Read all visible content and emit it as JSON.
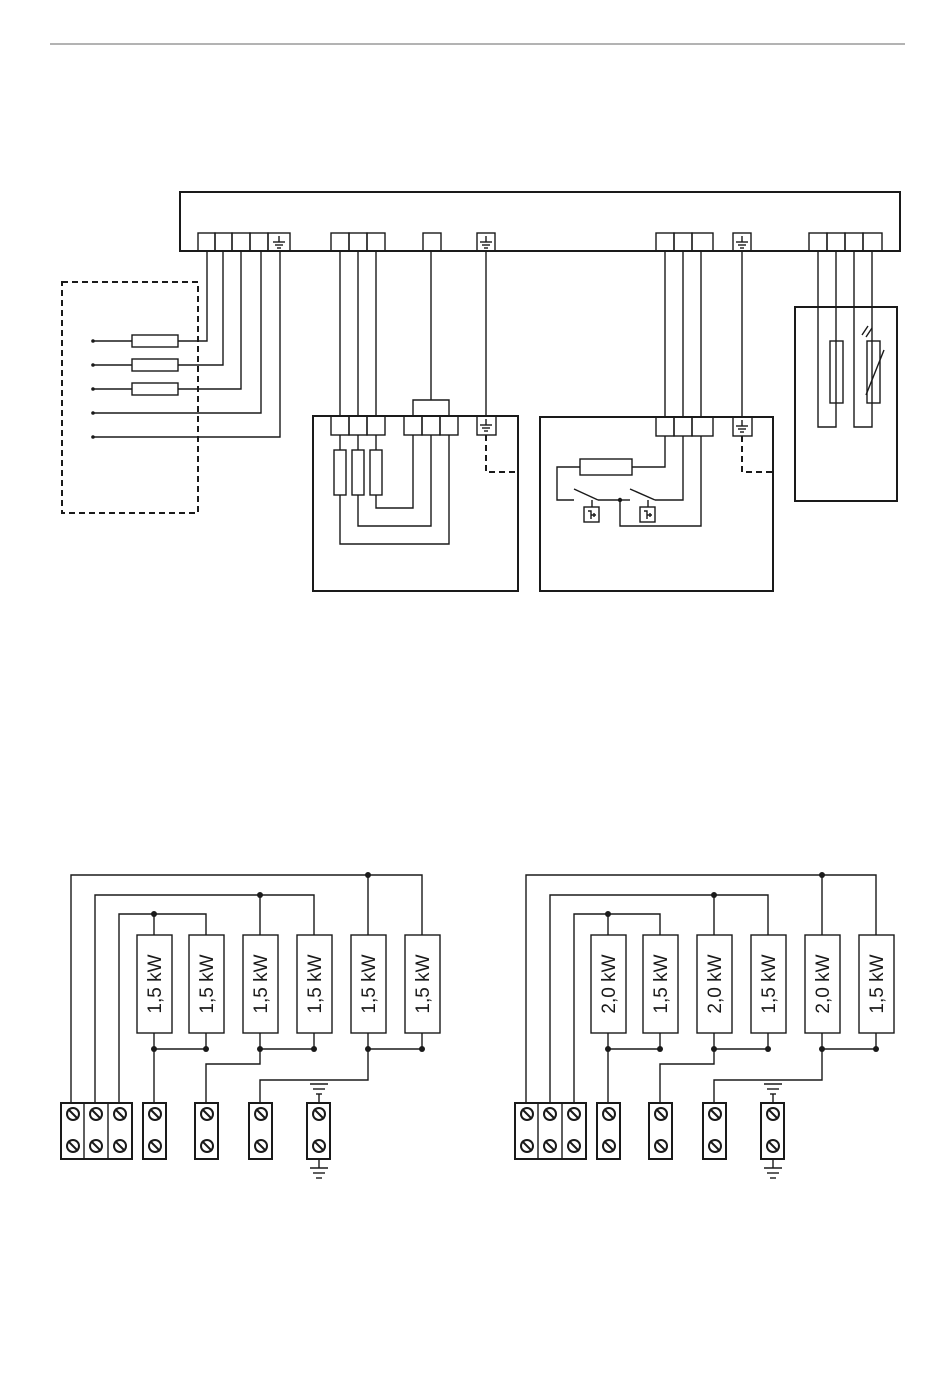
{
  "elements": {
    "header_rule_color": "#b3b3b3",
    "line_color": "#1a1a1a"
  },
  "diagram_a": {
    "ratings": [
      "1,5 kW",
      "1,5 kW",
      "1,5 kW",
      "1,5 kW",
      "1,5 kW",
      "1,5 kW"
    ]
  },
  "diagram_b": {
    "ratings": [
      "2,0 kW",
      "1,5 kW",
      "2,0 kW",
      "1,5 kW",
      "2,0 kW",
      "1,5 kW"
    ]
  }
}
